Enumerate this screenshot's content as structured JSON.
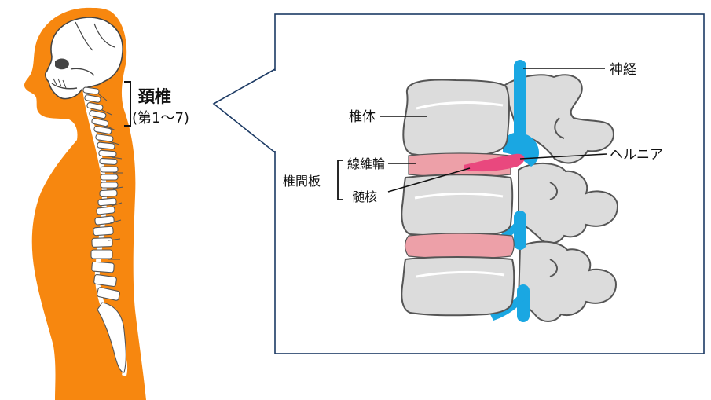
{
  "labels": {
    "cervical": "頚椎",
    "cervical_range": "(第1〜7)",
    "nerve": "神経",
    "vertebral_body": "椎体",
    "hernia": "ヘルニア",
    "intervertebral_disc": "椎間板",
    "annulus_fibrosus": "線維輪",
    "nucleus_pulposus": "髄核"
  },
  "colors": {
    "body": "#f7870f",
    "bone": "#dcdcdc",
    "bone_outline": "#555555",
    "nerve": "#1aa7e2",
    "disc": "#eda0a8",
    "nucleus": "#e9487e",
    "frame": "#1c3a64"
  }
}
